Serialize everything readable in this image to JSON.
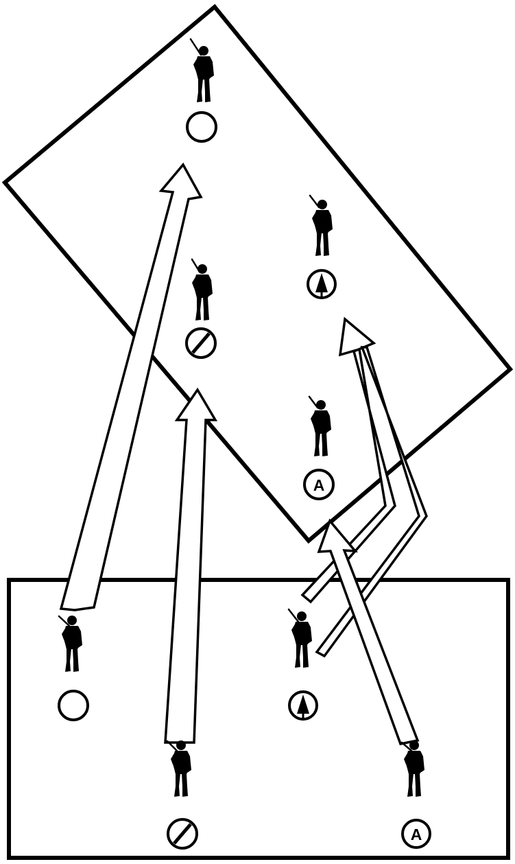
{
  "diagram": {
    "formations": [
      {
        "name": "wedge-formation-start",
        "shape": "rectangle"
      },
      {
        "name": "wedge-formation-destination",
        "shape": "diamond"
      }
    ],
    "markers": {
      "team-leader": {
        "symbol": "circle-icon",
        "label": ""
      },
      "grenadier": {
        "symbol": "circle-slash-icon",
        "label": ""
      },
      "rifleman": {
        "symbol": "circle-arrow-icon",
        "label": ""
      },
      "automatic-rifleman": {
        "symbol": "circle-letter-icon",
        "label": "A"
      }
    },
    "colors": {
      "ink": "#000000",
      "paper": "#ffffff"
    }
  }
}
